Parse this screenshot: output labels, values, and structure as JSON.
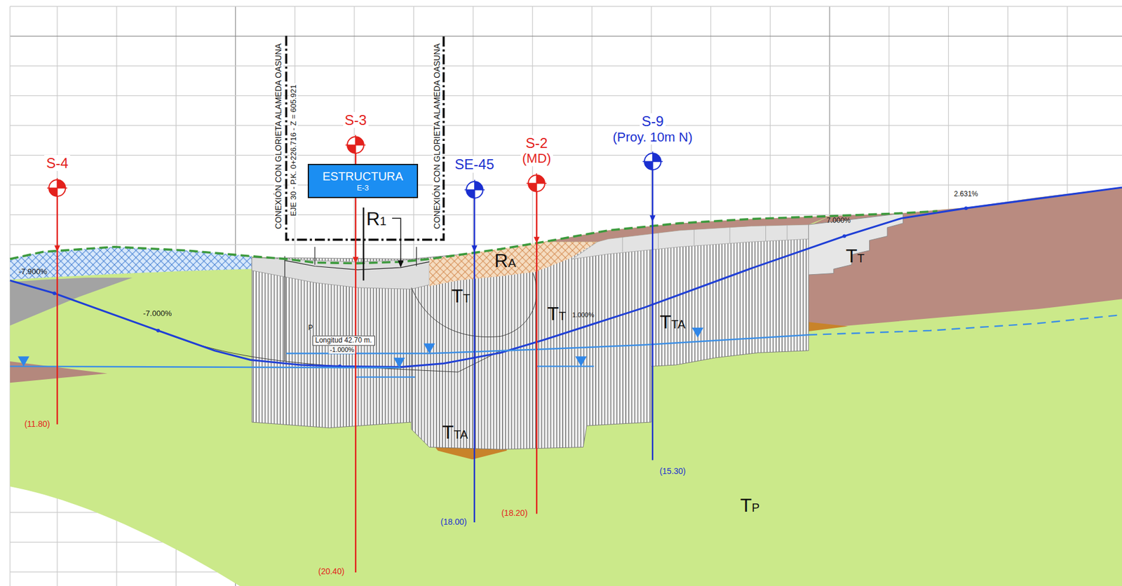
{
  "diagram": {
    "nodes": [
      {
        "text": [
          "S-4"
        ]
      },
      {
        "text": [
          "S-3"
        ]
      },
      {
        "text": [
          "ESTRUCTURA",
          "E-3"
        ]
      },
      {
        "text": [
          "SE-45"
        ]
      },
      {
        "text": [
          "S-2",
          "(MD)"
        ]
      },
      {
        "text": [
          "S-9",
          "(Proy. 10m N)"
        ]
      }
    ],
    "labels": [
      "CONEXIÓN CON GLORIETA ALAMEDA OASUNA",
      "EJE 30 - P.K. 0+226.716 - Z = 605.921",
      "CONEXIÓN CON GLORIETA ALAMEDA OASUNA",
      "R1",
      "RA",
      "TT",
      "TT",
      "TTA",
      "TT",
      "TTA",
      "TP",
      "-7.900%",
      "-7.000%",
      "P",
      "Longitud 42.70 m.",
      "-1.000%",
      "1.000%",
      "7.000%",
      "2.631%",
      "(11.80)",
      "(20.40)",
      "(18.00)",
      "(18.20)",
      "(15.30)"
    ]
  }
}
